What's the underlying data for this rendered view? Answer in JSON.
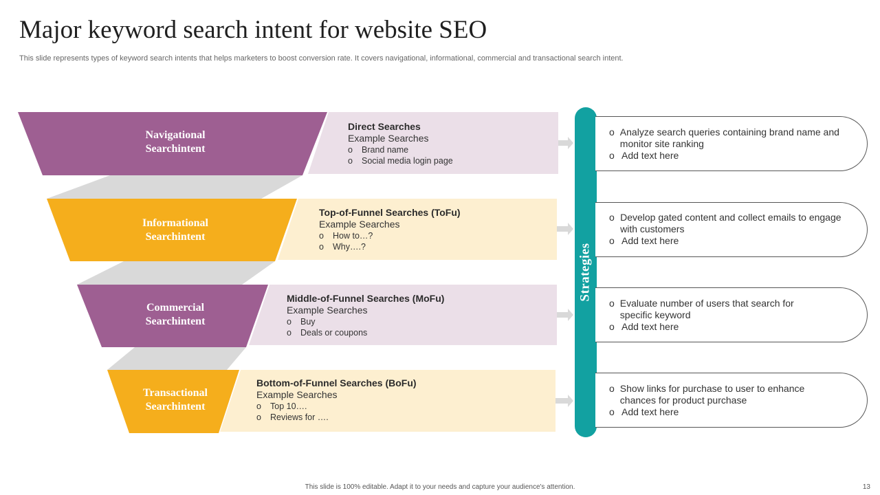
{
  "slide": {
    "title": "Major keyword search intent for website SEO",
    "subtitle": "This slide represents types of keyword search intents that helps marketers to boost conversion rate. It covers navigational, informational, commercial and transactional search intent.",
    "footer": "This slide is 100% editable. Adapt it to your needs and capture your audience's attention.",
    "page_number": "13"
  },
  "colors": {
    "purple": "#9e5f92",
    "orange": "#f5ae1c",
    "teal": "#12a1a1",
    "purple_light": "#ebdfe8",
    "orange_light": "#fdefd0",
    "connector": "#d9d9d9"
  },
  "strategies_label": "Strategies",
  "bullet_char": "o",
  "intents": [
    {
      "label_line1": "Navigational",
      "label_line2": "Searchintent",
      "heading": "Direct Searches",
      "examples_label": "Example Searches",
      "examples": [
        "Brand name",
        "Social media login page"
      ],
      "strategies": [
        "Analyze search queries containing brand name and monitor site ranking",
        "Add text here"
      ]
    },
    {
      "label_line1": "Informational",
      "label_line2": "Searchintent",
      "heading": "Top-of-Funnel Searches (ToFu)",
      "examples_label": "Example Searches",
      "examples": [
        "How to…?",
        "Why….?"
      ],
      "strategies": [
        "Develop gated content and collect emails to engage with customers",
        "Add text here"
      ]
    },
    {
      "label_line1": "Commercial",
      "label_line2": "Searchintent",
      "heading": "Middle-of-Funnel Searches (MoFu)",
      "examples_label": "Example Searches",
      "examples": [
        "Buy",
        "Deals or coupons"
      ],
      "strategies": [
        "Evaluate number of users that search for specific keyword",
        "Add text here"
      ]
    },
    {
      "label_line1": "Transactional",
      "label_line2": "Searchintent",
      "heading": "Bottom-of-Funnel Searches (BoFu)",
      "examples_label": "Example Searches",
      "examples": [
        "Top 10….",
        "Reviews  for …."
      ],
      "strategies": [
        "Show links for purchase to user to enhance chances for product purchase",
        "Add text here"
      ]
    }
  ]
}
